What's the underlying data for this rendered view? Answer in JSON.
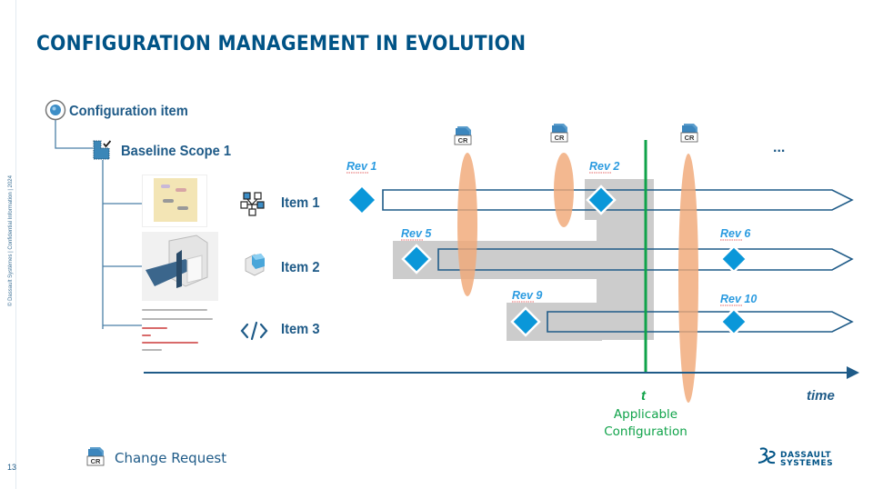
{
  "slide": {
    "title": "CONFIGURATION MANAGEMENT IN EVOLUTION",
    "page_number": "13",
    "legal_notice": "© Dassault Systèmes | Confidential Information | 2024",
    "logo": {
      "line1": "DASSAULT",
      "line2": "SYSTEMES",
      "icon": "3ds-logo-icon"
    }
  },
  "tree": {
    "root": {
      "label": "Configuration item",
      "icon": "configuration-item-icon"
    },
    "baseline": {
      "label": "Baseline Scope 1",
      "icon": "baseline-scope-icon"
    },
    "items": [
      {
        "label": "Item 1",
        "icon": "network-structure-icon",
        "thumbnail": "diagram-thumbnail"
      },
      {
        "label": "Item 2",
        "icon": "3d-cube-icon",
        "thumbnail": "3d-seat-model-thumbnail"
      },
      {
        "label": "Item 3",
        "icon": "code-icon",
        "thumbnail": "source-code-thumbnail"
      }
    ]
  },
  "timeline": {
    "axis_label": "time",
    "t_marker": "t",
    "applicable_label": "Applicable Configuration",
    "ellipsis": "...",
    "change_request_badge": "CR",
    "revisions": [
      {
        "label": "Rev 1",
        "item": 1
      },
      {
        "label": "Rev 2",
        "item": 1
      },
      {
        "label": "Rev 5",
        "item": 2
      },
      {
        "label": "Rev 6",
        "item": 2
      },
      {
        "label": "Rev 9",
        "item": 3
      },
      {
        "label": "Rev 10",
        "item": 3
      }
    ],
    "colors": {
      "diamond": "#0a97d9",
      "lane": "#1f5b88",
      "applicable": "#10a34a",
      "change_request": "#f0a878",
      "highlight": "#cccccc",
      "rev_label": "#2b9be0"
    }
  },
  "legend": {
    "change_request_badge": "CR",
    "change_request_label": "Change Request"
  }
}
